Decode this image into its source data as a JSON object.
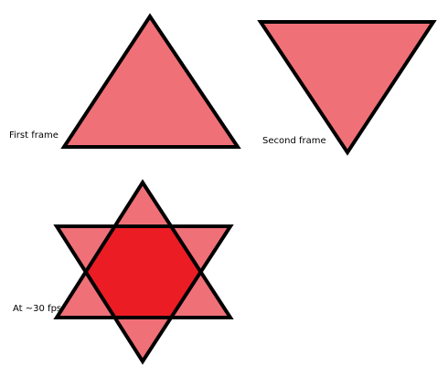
{
  "labels": {
    "first": "First frame",
    "second": "Second frame",
    "third": "At ~30 fps"
  },
  "colors": {
    "triangle_fill": "#f07078",
    "overlap_fill": "#ec1c24",
    "outline": "#000000",
    "background": "#ffffff"
  }
}
